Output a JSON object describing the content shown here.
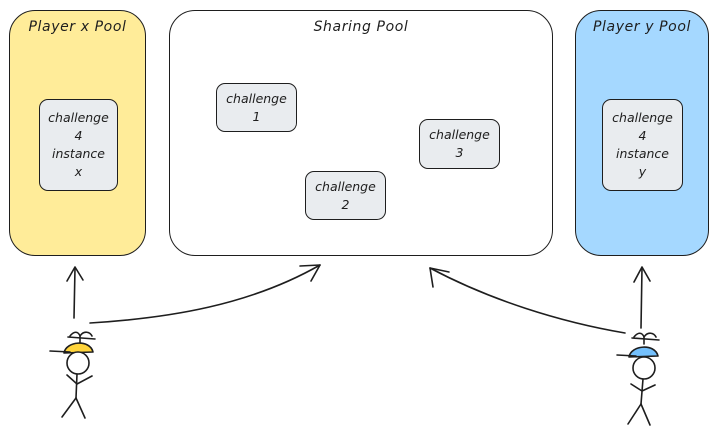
{
  "colors": {
    "player_x_fill": "#ffec99",
    "player_y_fill": "#a5d8ff",
    "card_fill": "#e9ecef",
    "stroke": "#1e1e1e",
    "hat_x": "#ffd43b",
    "hat_y": "#74c0fc"
  },
  "pools": {
    "player_x": {
      "title": "Player x Pool",
      "card": [
        "challenge",
        "4",
        "instance",
        "x"
      ]
    },
    "sharing": {
      "title": "Sharing Pool",
      "cards": [
        [
          "challenge",
          "1"
        ],
        [
          "challenge",
          "2"
        ],
        [
          "challenge",
          "3"
        ]
      ]
    },
    "player_y": {
      "title": "Player y Pool",
      "card": [
        "challenge",
        "4",
        "instance",
        "y"
      ]
    }
  },
  "icons": {
    "player_x": "stick-figure-propeller-hat-icon",
    "player_y": "stick-figure-propeller-hat-icon"
  }
}
